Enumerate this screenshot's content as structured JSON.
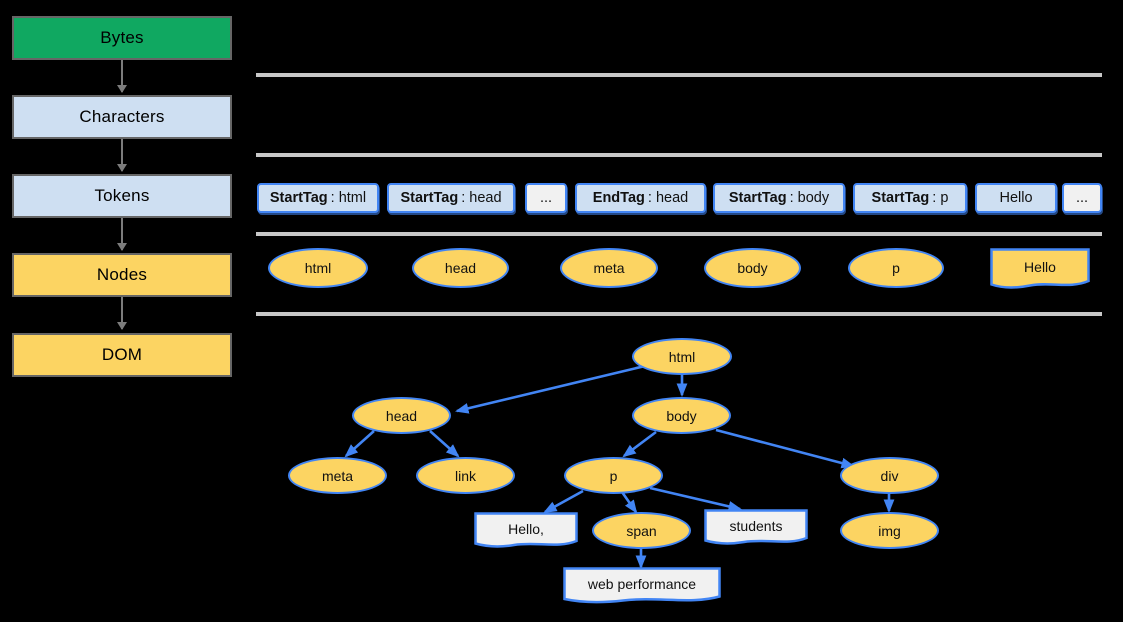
{
  "colors": {
    "green": "#10A861",
    "light_blue": "#CEDFF2",
    "yellow": "#FCD462",
    "node_border_blue": "#4285F4",
    "box_border_gray": "#666666",
    "arrow_gray": "#7c7c7c",
    "separator_gray": "#c8c8c8",
    "text_node_fill": "#F1F1F1",
    "background": "#000000"
  },
  "pipeline": {
    "steps": [
      {
        "label": "Bytes",
        "style": "green"
      },
      {
        "label": "Characters",
        "style": "blue"
      },
      {
        "label": "Tokens",
        "style": "blue"
      },
      {
        "label": "Nodes",
        "style": "yellow"
      },
      {
        "label": "DOM",
        "style": "yellow"
      }
    ]
  },
  "tokens": {
    "items": [
      {
        "kind": "StartTag",
        "value": "html",
        "ellipsis": false
      },
      {
        "kind": "StartTag",
        "value": "head",
        "ellipsis": false
      },
      {
        "kind": "",
        "value": "...",
        "ellipsis": true
      },
      {
        "kind": "EndTag",
        "value": "head",
        "ellipsis": false
      },
      {
        "kind": "StartTag",
        "value": "body",
        "ellipsis": false
      },
      {
        "kind": "StartTag",
        "value": "p",
        "ellipsis": false
      },
      {
        "kind": "",
        "value": "Hello",
        "ellipsis": false
      },
      {
        "kind": "",
        "value": "...",
        "ellipsis": true
      }
    ]
  },
  "nodes_row": {
    "items": [
      {
        "label": "html",
        "shape": "ellipse"
      },
      {
        "label": "head",
        "shape": "ellipse"
      },
      {
        "label": "meta",
        "shape": "ellipse"
      },
      {
        "label": "body",
        "shape": "ellipse"
      },
      {
        "label": "p",
        "shape": "ellipse"
      },
      {
        "label": "Hello",
        "shape": "document"
      }
    ]
  },
  "dom_tree": {
    "nodes": [
      {
        "id": "html",
        "label": "html",
        "shape": "ellipse"
      },
      {
        "id": "head",
        "label": "head",
        "shape": "ellipse"
      },
      {
        "id": "body",
        "label": "body",
        "shape": "ellipse"
      },
      {
        "id": "meta",
        "label": "meta",
        "shape": "ellipse"
      },
      {
        "id": "link",
        "label": "link",
        "shape": "ellipse"
      },
      {
        "id": "p",
        "label": "p",
        "shape": "ellipse"
      },
      {
        "id": "div",
        "label": "div",
        "shape": "ellipse"
      },
      {
        "id": "hello",
        "label": "Hello,",
        "shape": "document"
      },
      {
        "id": "span",
        "label": "span",
        "shape": "ellipse"
      },
      {
        "id": "students",
        "label": "students",
        "shape": "document"
      },
      {
        "id": "img",
        "label": "img",
        "shape": "ellipse"
      },
      {
        "id": "web_performance",
        "label": "web performance",
        "shape": "document"
      }
    ],
    "edges": [
      [
        "html",
        "head"
      ],
      [
        "html",
        "body"
      ],
      [
        "head",
        "meta"
      ],
      [
        "head",
        "link"
      ],
      [
        "body",
        "p"
      ],
      [
        "body",
        "div"
      ],
      [
        "p",
        "hello"
      ],
      [
        "p",
        "span"
      ],
      [
        "p",
        "students"
      ],
      [
        "div",
        "img"
      ],
      [
        "span",
        "web_performance"
      ]
    ]
  }
}
